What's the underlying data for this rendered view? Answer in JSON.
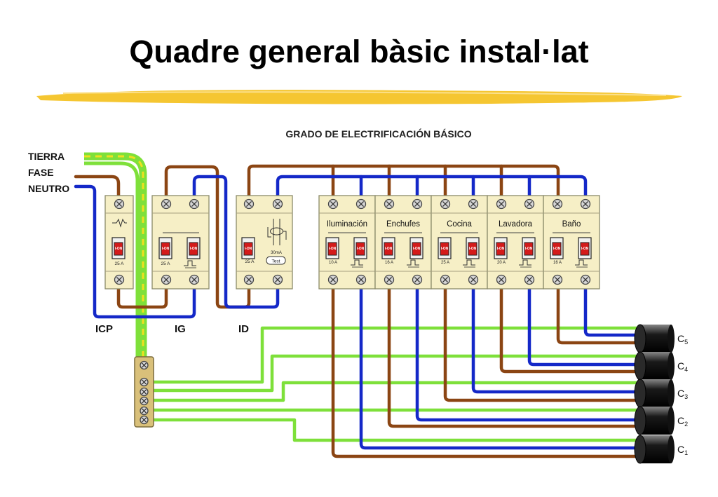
{
  "title": "Quadre general bàsic instal·lat",
  "subtitle": "GRADO DE ELECTRIFICACIÓN BÁSICO",
  "supply": {
    "ground": "TIERRA",
    "phase": "FASE",
    "neutral": "NEUTRO"
  },
  "devices": {
    "icp": {
      "label": "ICP",
      "rating": "25 A"
    },
    "ig": {
      "label": "IG",
      "rating": "25 A"
    },
    "id": {
      "label": "ID",
      "rating": "25 A",
      "sensitivity": "30mA",
      "test": "Test"
    }
  },
  "breakers": [
    {
      "name": "Iluminación",
      "rating": "10 A"
    },
    {
      "name": "Enchufes",
      "rating": "16 A"
    },
    {
      "name": "Cocina",
      "rating": "25 A"
    },
    {
      "name": "Lavadora",
      "rating": "20 A"
    },
    {
      "name": "Baño",
      "rating": "16 A"
    }
  ],
  "breaker_switch_text": "I-ON",
  "circuits": [
    "C5",
    "C4",
    "C3",
    "C2",
    "C1"
  ],
  "colors": {
    "phase": "#8b4513",
    "neutral": "#1428c8",
    "ground": "#7ee03a",
    "ground_stripe": "#f0e020",
    "panel": "#f6efc6",
    "switch": "#d41a1a",
    "highlight": "#f5c631"
  }
}
